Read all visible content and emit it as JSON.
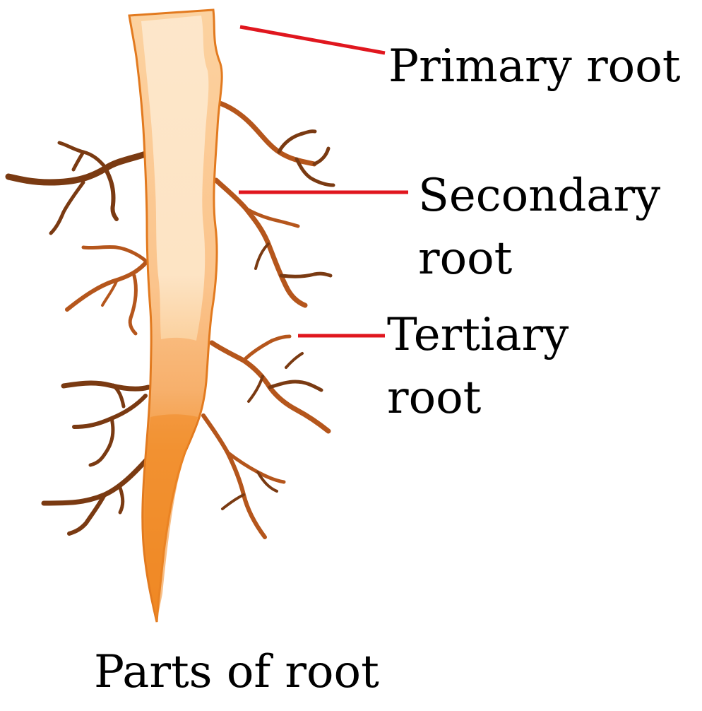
{
  "labels": {
    "primary": "Primary root",
    "secondary_line1": "Secondary",
    "secondary_line2": "root",
    "tertiary_line1": "Tertiary",
    "tertiary_line2": "root"
  },
  "caption": "Parts of root",
  "colors": {
    "leader_line": "#e0161e",
    "root_light": "#fde4c2",
    "root_mid": "#f7b577",
    "root_tip": "#f08a26",
    "root_outline": "#e27a1f",
    "branch_dark": "#7a3a12",
    "branch_mid": "#b5561c"
  }
}
